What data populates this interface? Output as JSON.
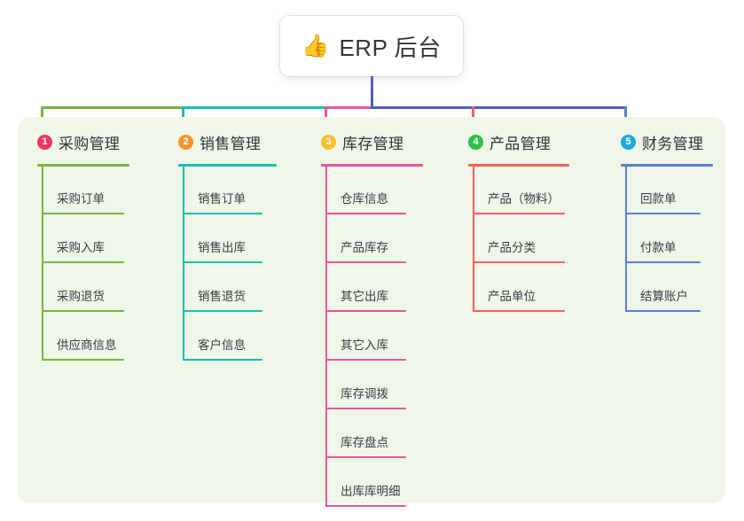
{
  "root": {
    "icon": "thumbs-up-icon",
    "icon_glyph": "👍",
    "title": "ERP 后台"
  },
  "palette": {
    "panel_bg": "#eef7e8",
    "page_bg": "#ffffff",
    "trunk": "#4d5fc4",
    "col1": "#7cb342",
    "col2": "#19bfb0",
    "col3": "#e8539e",
    "col4": "#f4615c",
    "col5": "#5b7fd4",
    "badge1": "#f0375f",
    "badge2": "#f59433",
    "badge3": "#fbc02d",
    "badge4": "#2ec14e",
    "badge5": "#22a8e0"
  },
  "columns": [
    {
      "index": "1",
      "title": "采购管理",
      "badge_color": "#f0375f",
      "line_color": "#7cb342",
      "items": [
        {
          "label": "采购订单"
        },
        {
          "label": "采购入库"
        },
        {
          "label": "采购退货"
        },
        {
          "label": "供应商信息"
        }
      ]
    },
    {
      "index": "2",
      "title": "销售管理",
      "badge_color": "#f59433",
      "line_color": "#19bfb0",
      "items": [
        {
          "label": "销售订单"
        },
        {
          "label": "销售出库"
        },
        {
          "label": "销售退货"
        },
        {
          "label": "客户信息"
        }
      ]
    },
    {
      "index": "3",
      "title": "库存管理",
      "badge_color": "#fbc02d",
      "line_color": "#e8539e",
      "items": [
        {
          "label": "仓库信息"
        },
        {
          "label": "产品库存"
        },
        {
          "label": "其它出库"
        },
        {
          "label": "其它入库"
        },
        {
          "label": "库存调拨"
        },
        {
          "label": "库存盘点"
        },
        {
          "label": "出库库明细"
        }
      ]
    },
    {
      "index": "4",
      "title": "产品管理",
      "badge_color": "#2ec14e",
      "line_color": "#f4615c",
      "items": [
        {
          "label": "产品（物料）"
        },
        {
          "label": "产品分类"
        },
        {
          "label": "产品单位"
        }
      ]
    },
    {
      "index": "5",
      "title": "财务管理",
      "badge_color": "#22a8e0",
      "line_color": "#5b7fd4",
      "items": [
        {
          "label": "回款单"
        },
        {
          "label": "付款单"
        },
        {
          "label": "结算账户"
        }
      ]
    }
  ]
}
